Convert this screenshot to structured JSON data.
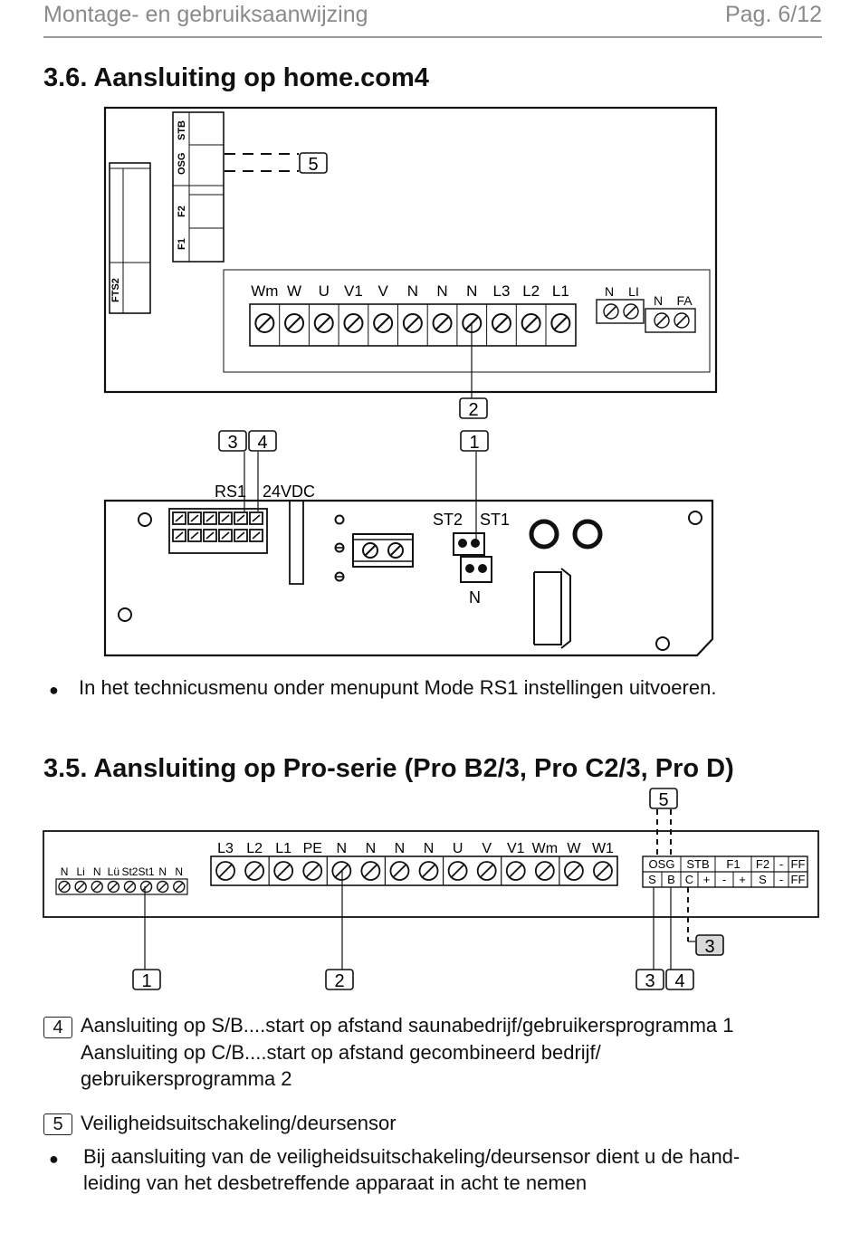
{
  "header": {
    "title": "Montage- en gebruiksaanwijzing",
    "page": "Pag. 6/12"
  },
  "section1": {
    "heading": "3.6.  Aansluiting op home.com4",
    "figure": {
      "relay_labels": [
        "STB",
        "OSG",
        "F2",
        "F1"
      ],
      "fts_label": "FTS2",
      "terminal_labels": [
        "Wm",
        "W",
        "U",
        "V1",
        "V",
        "N",
        "N",
        "N",
        "L3",
        "L2",
        "L1"
      ],
      "small_terminals_a": [
        "N",
        "LI"
      ],
      "small_terminals_b": [
        "N",
        "FA"
      ],
      "callouts": {
        "five": "5",
        "two": "2",
        "three": "3",
        "four": "4",
        "one": "1"
      },
      "labels": {
        "rs1": "RS1",
        "vdc": "24VDC",
        "st2": "ST2",
        "st1": "ST1",
        "n": "N"
      }
    },
    "note": "In het technicusmenu onder menupunt Mode RS1 instellingen uitvoeren."
  },
  "section2": {
    "heading": "3.5.  Aansluiting op Pro-serie (Pro B2/3, Pro C2/3, Pro D)",
    "figure": {
      "left_terminals": [
        "N",
        "Li",
        "N",
        "Lü",
        "St2",
        "St1",
        "N",
        "N"
      ],
      "main_terminals": [
        "L3",
        "L2",
        "L1",
        "PE",
        "N",
        "N",
        "N",
        "N",
        "U",
        "V",
        "V1",
        "Wm",
        "W",
        "W1"
      ],
      "right_top": [
        "OSG",
        "STB",
        "F1",
        "F2",
        "-",
        "FF"
      ],
      "right_bottom": [
        "S",
        "B",
        "C",
        "+",
        "-",
        "+",
        "S",
        "-",
        "FF"
      ],
      "callouts": {
        "five": "5",
        "three_a": "3",
        "one": "1",
        "two": "2",
        "three_b": "3",
        "four": "4"
      }
    },
    "legend": [
      {
        "num": "4",
        "lines": [
          "Aansluiting op S/B....start op afstand saunabedrijf/gebruikersprogramma 1",
          "Aansluiting op C/B....start op afstand gecombineerd bedrijf/",
          "gebruikersprogramma 2"
        ]
      },
      {
        "num": "5",
        "lines": [
          "Veiligheidsuitschakeling/deursensor"
        ]
      }
    ],
    "bullet_lines": [
      "Bij aansluiting van de veiligheidsuitschakeling/deursensor dient u de hand-",
      "leiding van het desbetreffende apparaat in acht te nemen"
    ]
  }
}
